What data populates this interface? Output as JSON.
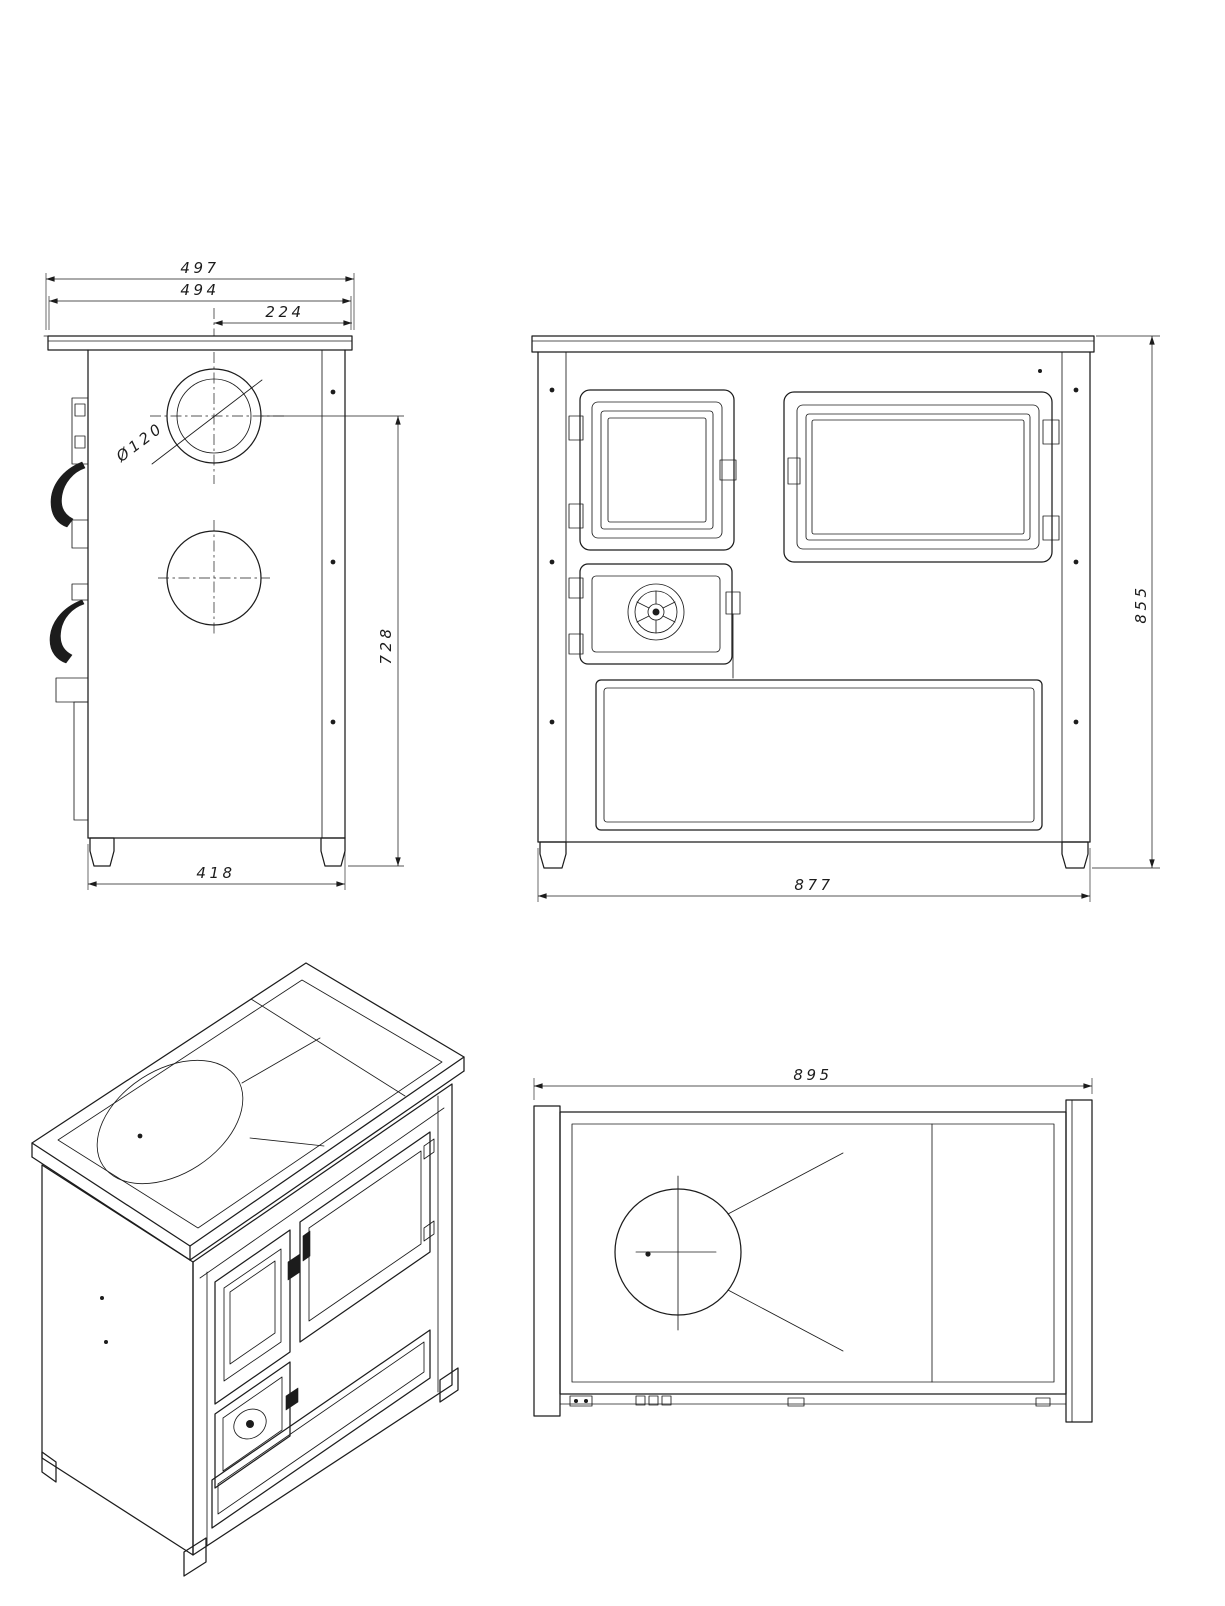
{
  "drawing": {
    "kind": "technical-drawing-stove",
    "views": {
      "side": "side-view",
      "front": "front-view",
      "isometric": "isometric-view",
      "top": "top-view"
    }
  },
  "dims": {
    "side": {
      "top_outer": "497",
      "top_inner": "494",
      "flue_offset": "224",
      "flue_diameter": "Ø120",
      "height_to_flue": "728",
      "base_depth": "418"
    },
    "front": {
      "height": "855",
      "width": "877"
    },
    "top": {
      "width": "895"
    }
  },
  "colors": {
    "line": "#1c1c1c",
    "background": "#ffffff"
  }
}
